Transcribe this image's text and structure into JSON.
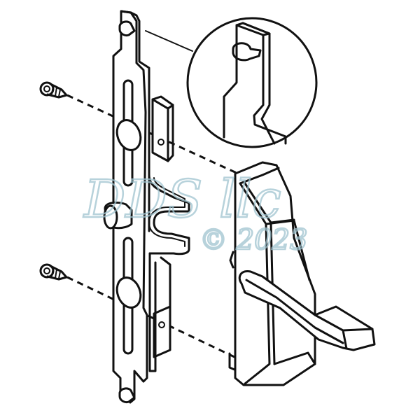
{
  "diagram": {
    "subject": "Sliding door mortise lock keeper assembly with handle (exploded view)",
    "background": "#ffffff",
    "line_color": "#111111",
    "parts": [
      {
        "id": "keeper-plate",
        "label": "Keeper / mounting plate with adjustment slots"
      },
      {
        "id": "latch-hook",
        "label": "Latch hook bracket"
      },
      {
        "id": "screw-top",
        "label": "Mounting screw (top)"
      },
      {
        "id": "screw-bottom",
        "label": "Mounting screw (bottom)"
      },
      {
        "id": "handle",
        "label": "Handle housing with lever"
      },
      {
        "id": "detail-callout",
        "label": "Detail callout (enlarged top of plate)"
      }
    ],
    "watermark": {
      "brand": "DDS llc",
      "copyright": "© 2023",
      "color": "#9fc3cf"
    }
  }
}
